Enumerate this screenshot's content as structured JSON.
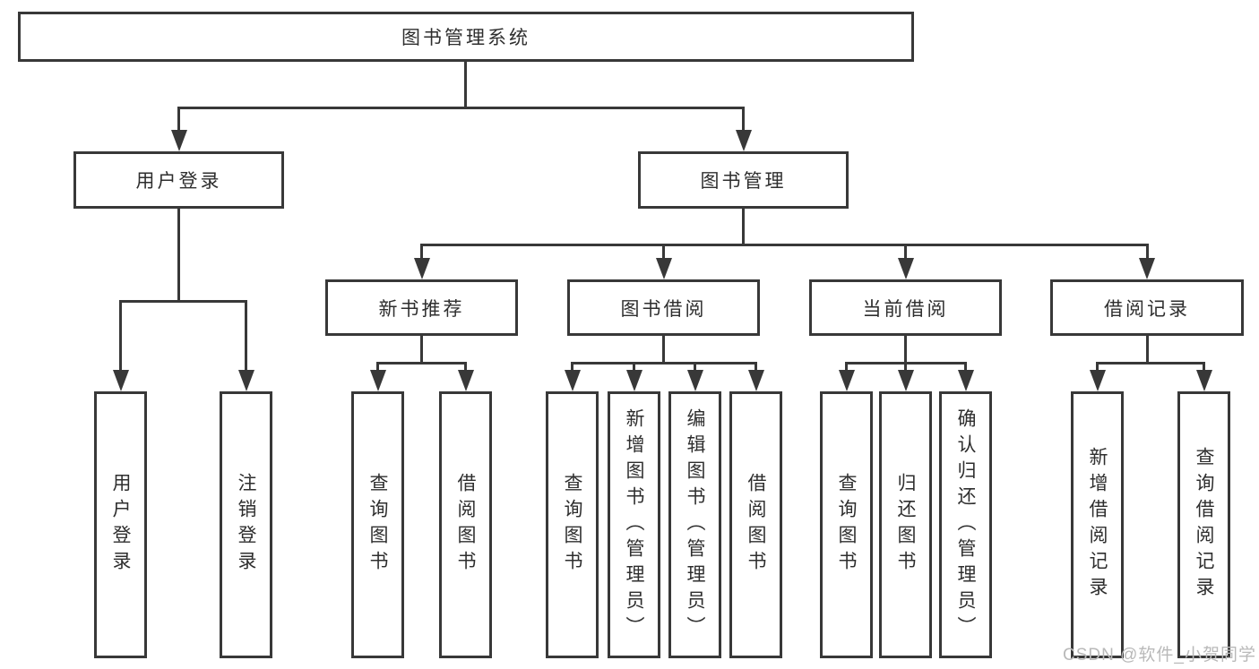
{
  "root": {
    "label": "图书管理系统"
  },
  "login": {
    "label": "用户登录",
    "children": [
      "用户登录",
      "注销登录"
    ]
  },
  "management": {
    "label": "图书管理",
    "groups": [
      {
        "label": "新书推荐",
        "children": [
          "查询图书",
          "借阅图书"
        ]
      },
      {
        "label": "图书借阅",
        "children": [
          "查询图书",
          "新增图书（管理员）",
          "编辑图书（管理员）",
          "借阅图书"
        ]
      },
      {
        "label": "当前借阅",
        "children": [
          "查询图书",
          "归还图书",
          "确认归还（管理员）"
        ]
      },
      {
        "label": "借阅记录",
        "children": [
          "新增借阅记录",
          "查询借阅记录"
        ]
      }
    ]
  },
  "watermark": {
    "text": "CSDN @软件_小贺同学"
  },
  "colors": {
    "line": "#383838",
    "text": "#2e2e2e",
    "watermark": "#b9b9b9",
    "background": "#ffffff"
  }
}
